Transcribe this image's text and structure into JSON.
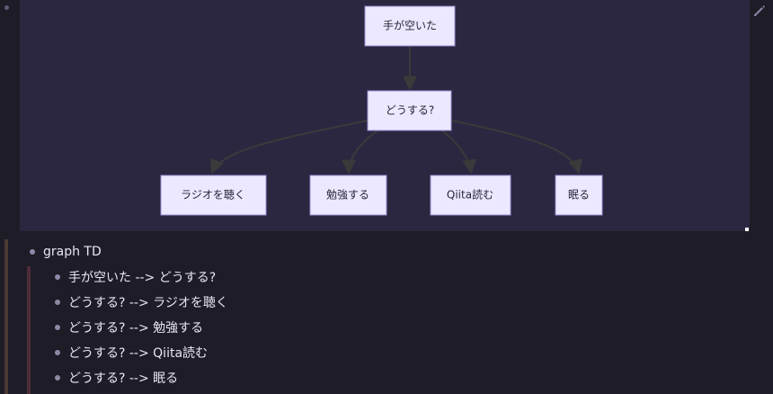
{
  "diagram": {
    "nodes": {
      "root": "手が空いた",
      "decision": "どうする?",
      "opt1": "ラジオを聴く",
      "opt2": "勉強する",
      "opt3": "Qiita読む",
      "opt4": "眠る"
    }
  },
  "outline": {
    "root": "graph TD",
    "children": [
      "手が空いた --> どうする?",
      "どうする? --> ラジオを聴く",
      "どうする? --> 勉強する",
      "どうする? --> Qiita読む",
      "どうする? --> 眠る"
    ]
  },
  "icons": {
    "edit": "pencil-icon",
    "bullet": "bullet-dot"
  },
  "colors": {
    "background": "#1e1c26",
    "diagram_bg": "#2b2740",
    "node_fill": "#ece8ff",
    "node_stroke": "#9b8fd6",
    "edge": "#3b3a3a",
    "text": "#e9e6f2"
  }
}
